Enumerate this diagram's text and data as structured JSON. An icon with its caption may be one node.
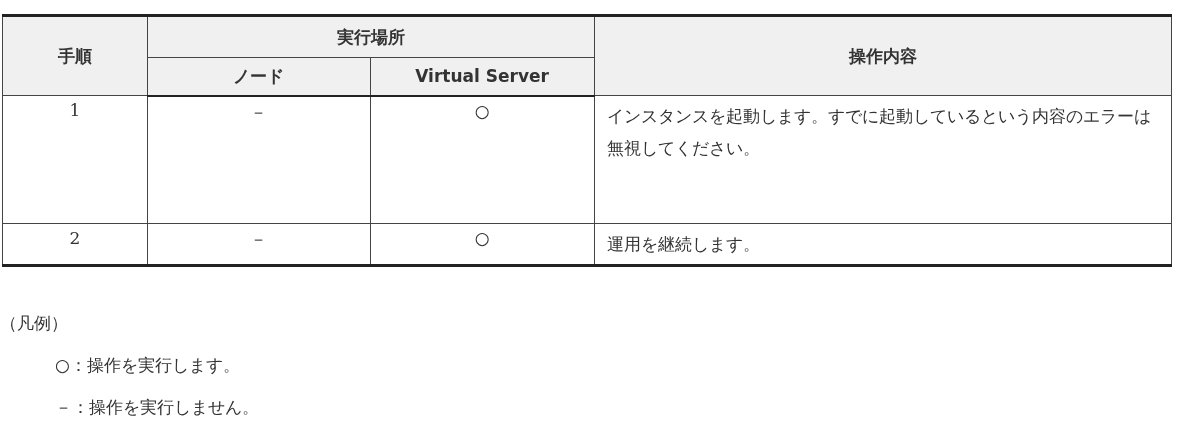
{
  "diagram": {
    "labels": [
      "手順",
      "実行場所",
      "操作内容",
      "ノード",
      "Virtual Server",
      "1",
      "－",
      "○",
      "インスタンスを起動します。すでに起動しているという内容のエラーは無視してください。",
      "2",
      "－",
      "○",
      "運用を継続します。",
      "（凡例）",
      "○：操作を実行します。",
      "－：操作を実行しません。"
    ]
  }
}
